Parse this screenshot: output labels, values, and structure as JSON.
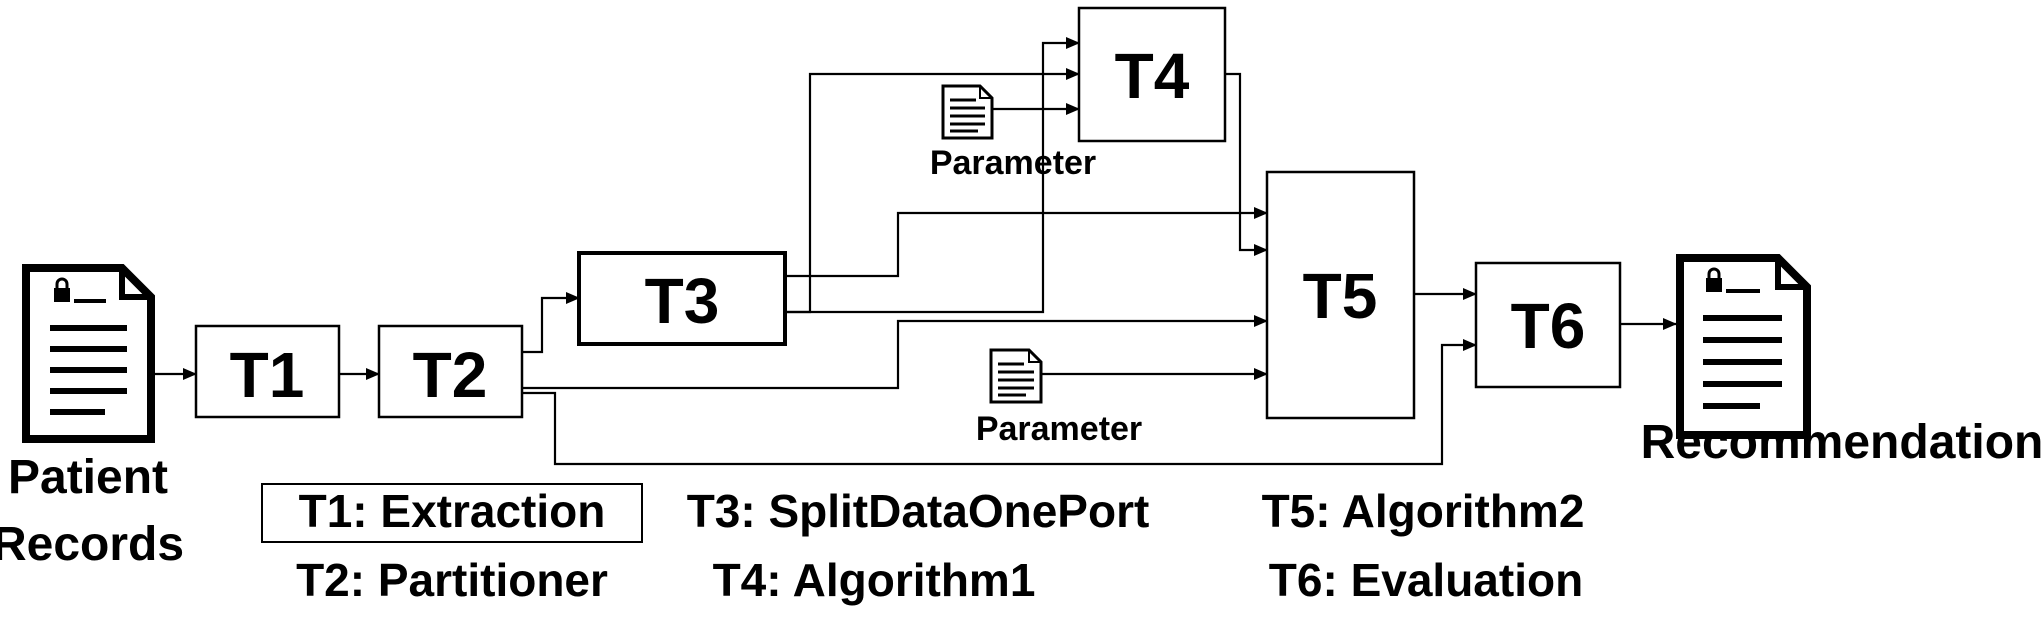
{
  "tasks": {
    "t1": "T1",
    "t2": "T2",
    "t3": "T3",
    "t4": "T4",
    "t5": "T5",
    "t6": "T6"
  },
  "documents": {
    "input_label_line1": "Patient",
    "input_label_line2": "Records",
    "output_label": "Recommendation",
    "parameter_label_top": "Parameter",
    "parameter_label_bottom": "Parameter"
  },
  "legend": {
    "t1": "T1: Extraction",
    "t2": "T2: Partitioner",
    "t3": "T3: SplitDataOnePort",
    "t4": "T4: Algorithm1",
    "t5": "T5: Algorithm2",
    "t6": "T6: Evaluation"
  },
  "icons": {
    "input_document": "locked-document-icon",
    "output_document": "locked-document-icon",
    "parameter_top": "parameter-file-icon",
    "parameter_bottom": "parameter-file-icon"
  },
  "colors": {
    "stroke": "#000000",
    "background": "#ffffff"
  }
}
